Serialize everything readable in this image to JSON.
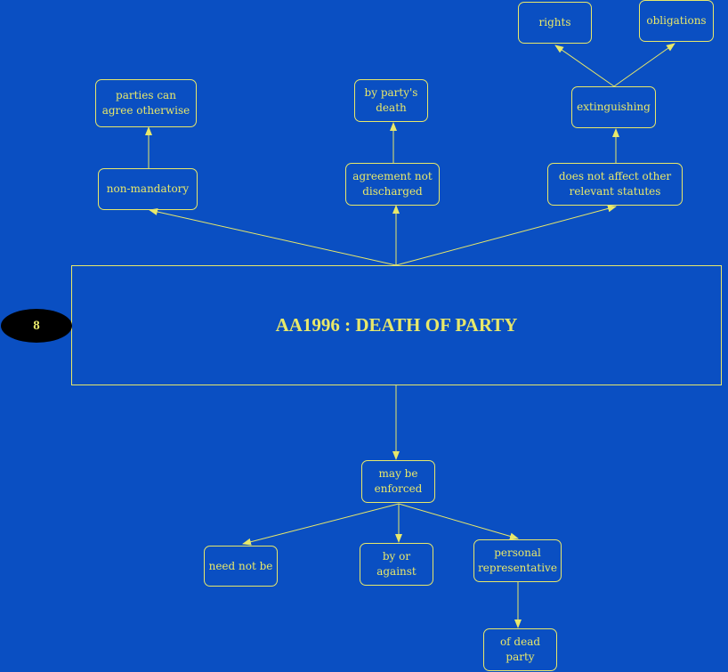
{
  "main_topic": {
    "title": "AA1996 : DEATH OF PARTY",
    "badge": "8"
  },
  "nodes": {
    "parties_can_agree": "parties can agree otherwise",
    "non_mandatory": "non-mandatory",
    "by_partys_death": "by party's death",
    "agreement_not_discharged": "agreement not discharged",
    "rights": "rights",
    "obligations": "obligations",
    "extinguishing": "extinguishing",
    "does_not_affect": "does not affect other relevant statutes",
    "may_be_enforced": "may be enforced",
    "need_not_be": "need not be",
    "by_or_against": "by or against",
    "personal_representative": "personal representative",
    "of_dead_party": "of dead party"
  },
  "colors": {
    "background": "#0a4fc2",
    "line": "#e8e86a",
    "text": "#e8e86a",
    "badge": "#000000"
  }
}
